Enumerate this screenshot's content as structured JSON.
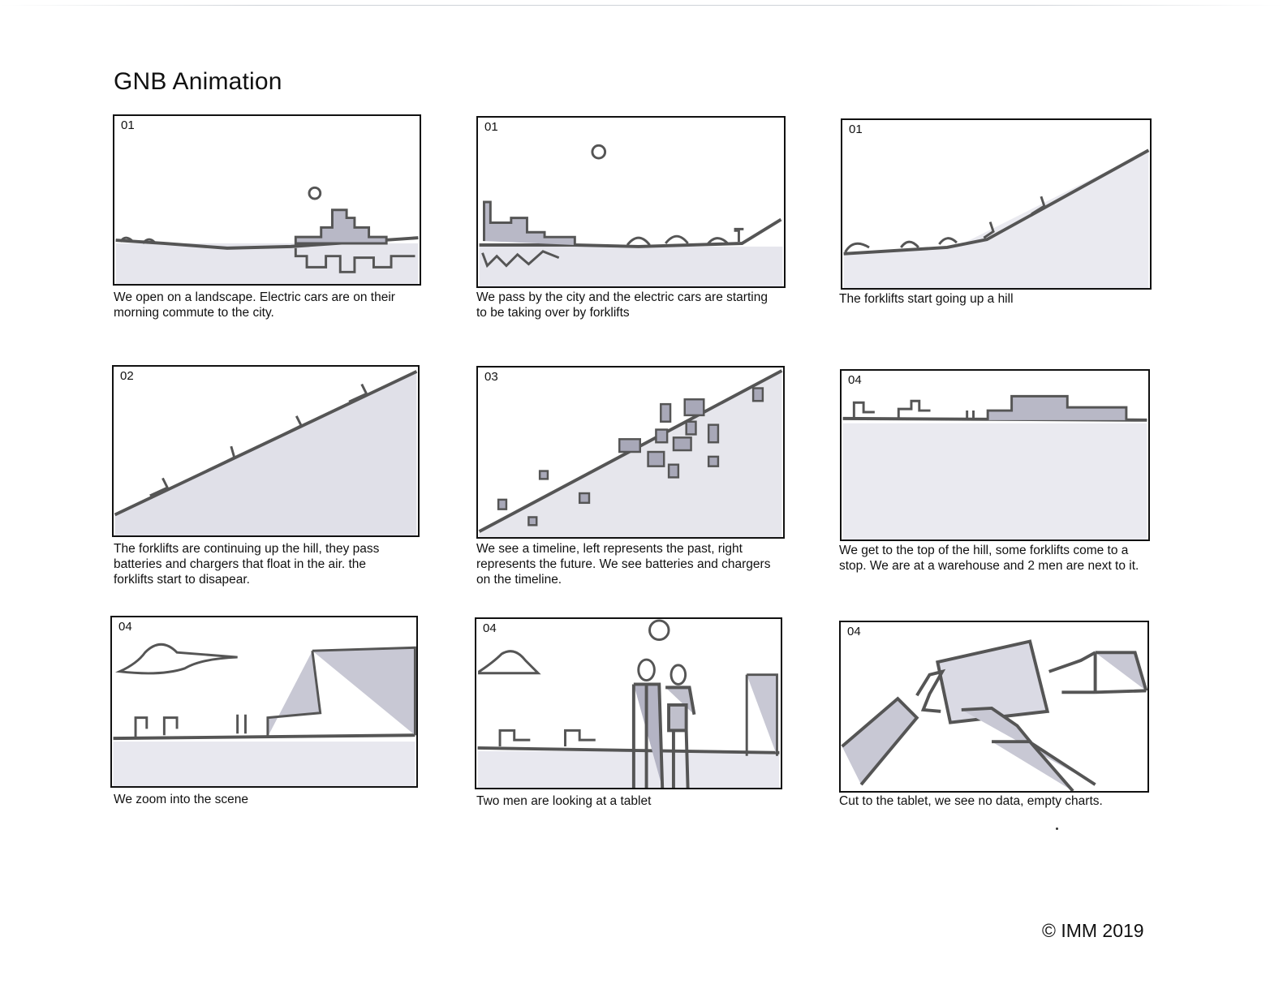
{
  "document": {
    "title": "GNB Animation",
    "footer": "© IMM 2019"
  },
  "panels": [
    {
      "number": "01",
      "caption": "We open on a landscape. Electric cars are on their\nmorning commute to the city."
    },
    {
      "number": "01",
      "caption": "We pass by the city and the electric cars are starting\nto be taking over by forklifts"
    },
    {
      "number": "01",
      "caption": "The forklifts start going up a hill"
    },
    {
      "number": "02",
      "caption": "The forklifts are continuing up the hill, they pass\nbatteries and chargers that float in the air. the\nforklifts start to disapear."
    },
    {
      "number": "03",
      "caption": "We see a timeline, left represents the past, right\nrepresents the future. We see batteries and chargers\non the timeline."
    },
    {
      "number": "04",
      "caption": "We get to the top of the hill, some forklifts come to a\nstop. We are at a warehouse and 2 men are next to it."
    },
    {
      "number": "04",
      "caption": "We zoom into the scene"
    },
    {
      "number": "04",
      "caption": "Two men are looking at a tablet"
    },
    {
      "number": "04",
      "caption": "Cut to the tablet, we see no data, empty charts."
    }
  ]
}
